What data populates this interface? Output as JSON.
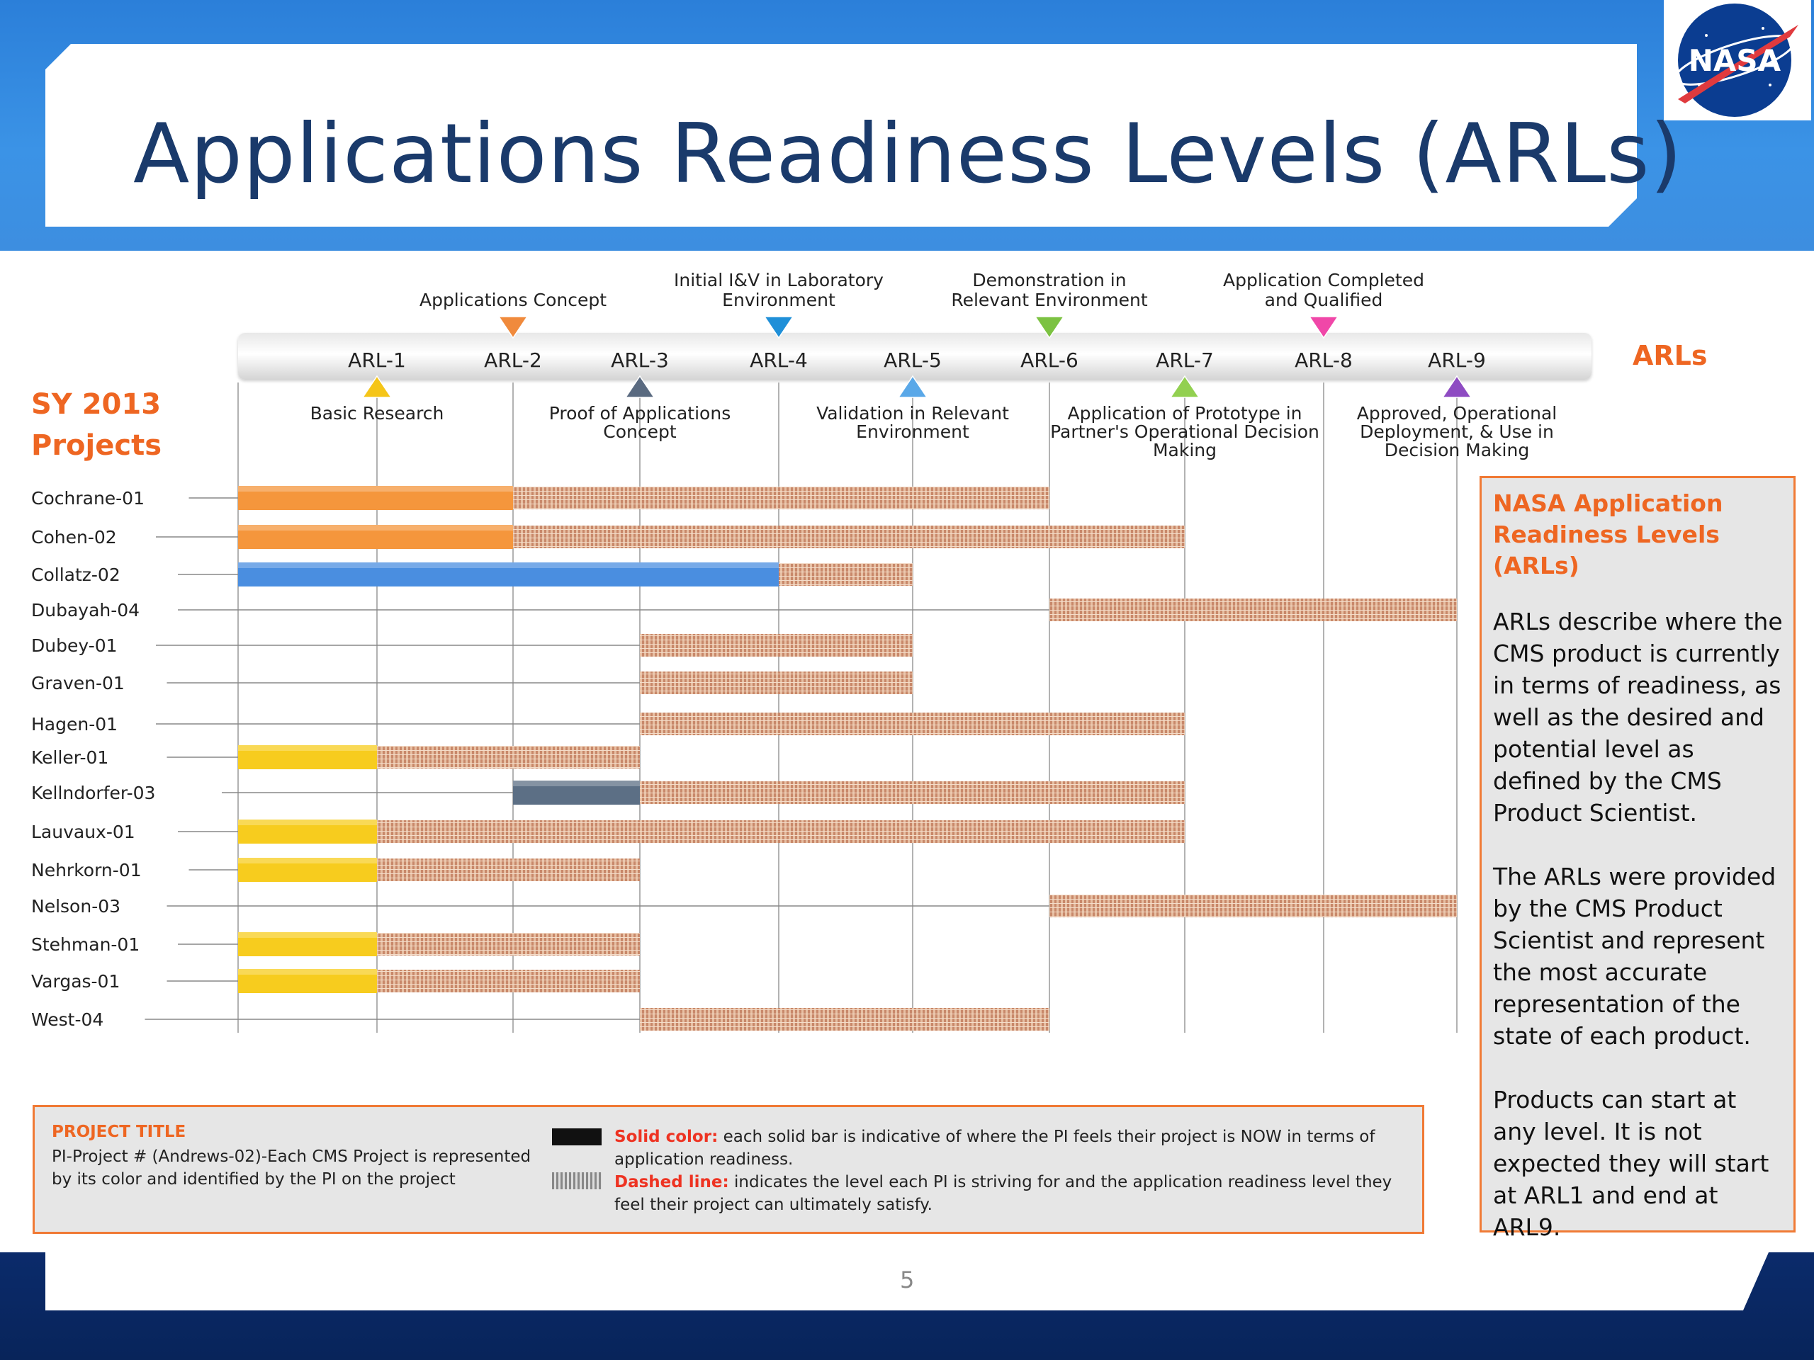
{
  "slide": {
    "title": "Applications Readiness Levels (ARLs)",
    "page_number": "5",
    "logo_text": "NASA",
    "projects_heading_line1": "SY 2013",
    "projects_heading_line2": "Projects",
    "arls_label": "ARLs"
  },
  "chart_data": {
    "type": "bar",
    "x_axis": "ARL",
    "levels": [
      "ARL-1",
      "ARL-2",
      "ARL-3",
      "ARL-4",
      "ARL-5",
      "ARL-6",
      "ARL-7",
      "ARL-8",
      "ARL-9"
    ],
    "level_descriptions": [
      {
        "level": 1,
        "lines": [
          "Basic Research"
        ],
        "position": "below",
        "marker_color": "#f5c518"
      },
      {
        "level": 2,
        "lines": [
          "Applications Concept"
        ],
        "position": "above",
        "marker_color": "#f08a3c"
      },
      {
        "level": 3,
        "lines": [
          "Proof of Applications",
          "Concept"
        ],
        "position": "below",
        "marker_color": "#5a6a80"
      },
      {
        "level": 4,
        "lines": [
          "Initial I&V in Laboratory",
          "Environment"
        ],
        "position": "above",
        "marker_color": "#1f8fd8"
      },
      {
        "level": 5,
        "lines": [
          "Validation in Relevant",
          "Environment"
        ],
        "position": "below",
        "marker_color": "#5aa8e8"
      },
      {
        "level": 6,
        "lines": [
          "Demonstration in",
          "Relevant Environment"
        ],
        "position": "above",
        "marker_color": "#7cc242"
      },
      {
        "level": 7,
        "lines": [
          "Application of Prototype in",
          "Partner's Operational Decision",
          "Making"
        ],
        "position": "below",
        "marker_color": "#92d050"
      },
      {
        "level": 8,
        "lines": [
          "Application Completed",
          "and Qualified"
        ],
        "position": "above",
        "marker_color": "#f047a8"
      },
      {
        "level": 9,
        "lines": [
          "Approved, Operational",
          "Deployment, & Use in",
          "Decision Making"
        ],
        "position": "below",
        "marker_color": "#8e4bc2"
      }
    ],
    "projects": [
      {
        "name": "Cochrane-01",
        "color": "#f5963c",
        "current_start": 0,
        "current_end": 2,
        "target_end": 6
      },
      {
        "name": "Cohen-02",
        "color": "#f5963c",
        "current_start": 0,
        "current_end": 2,
        "target_end": 7
      },
      {
        "name": "Collatz-02",
        "color": "#4a8ee0",
        "current_start": 0,
        "current_end": 4,
        "target_end": 5
      },
      {
        "name": "Dubayah-04",
        "color": "",
        "current_start": 6,
        "current_end": 6,
        "target_end": 9
      },
      {
        "name": "Dubey-01",
        "color": "",
        "current_start": 3,
        "current_end": 3,
        "target_end": 5
      },
      {
        "name": "Graven-01",
        "color": "",
        "current_start": 3,
        "current_end": 3,
        "target_end": 5
      },
      {
        "name": "Hagen-01",
        "color": "",
        "current_start": 3,
        "current_end": 3,
        "target_end": 7
      },
      {
        "name": "Keller-01",
        "color": "#f7cc1e",
        "current_start": 0,
        "current_end": 1,
        "target_end": 3
      },
      {
        "name": "Kellndorfer-03",
        "color": "#5c6f85",
        "current_start": 2,
        "current_end": 3,
        "target_end": 7
      },
      {
        "name": "Lauvaux-01",
        "color": "#f7cc1e",
        "current_start": 0,
        "current_end": 1,
        "target_end": 7
      },
      {
        "name": "Nehrkorn-01",
        "color": "#f7cc1e",
        "current_start": 0,
        "current_end": 1,
        "target_end": 3
      },
      {
        "name": "Nelson-03",
        "color": "",
        "current_start": 6,
        "current_end": 6,
        "target_end": 9
      },
      {
        "name": "Stehman-01",
        "color": "#f7cc1e",
        "current_start": 0,
        "current_end": 1,
        "target_end": 3
      },
      {
        "name": "Vargas-01",
        "color": "#f7cc1e",
        "current_start": 0,
        "current_end": 1,
        "target_end": 3
      },
      {
        "name": "West-04",
        "color": "",
        "current_start": 3,
        "current_end": 3,
        "target_end": 6
      }
    ],
    "target_color": "#c8886a",
    "grid": true
  },
  "info_box": {
    "title_line1": "NASA Application",
    "title_line2": "Readiness Levels (ARLs)",
    "paragraph1": "ARLs describe where the CMS product is currently in terms of readiness, as well as the desired and potential level as defined by the CMS Product Scientist.",
    "paragraph2": "The ARLs were provided by the CMS Product Scientist and represent the most accurate representation of the state of each product.",
    "paragraph3": "Products can start at any level. It is not expected they will start at ARL1 and end at ARL9."
  },
  "legend": {
    "title": "PROJECT TITLE",
    "description": "PI-Project # (Andrews-02)-Each CMS Project is represented by its color and identified by the PI on the project",
    "solid_key": "Solid color:",
    "solid_text": "each solid bar is indicative of where the PI feels their project is NOW in terms of application readiness.",
    "dashed_key": "Dashed line:",
    "dashed_text": "indicates the level each PI is striving for and the application readiness level they feel their project can ultimately satisfy."
  }
}
